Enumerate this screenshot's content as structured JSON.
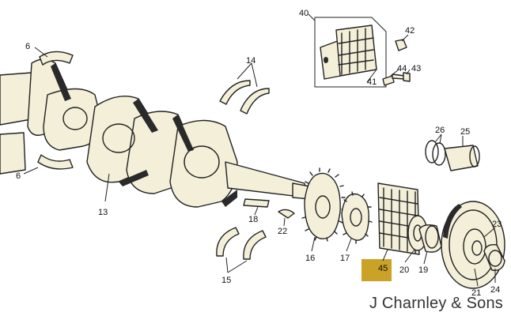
{
  "callouts": {
    "p6a": "6",
    "p6b": "6",
    "p13": "13",
    "p14": "14",
    "p15": "15",
    "p16": "16",
    "p17": "17",
    "p18": "18",
    "p19": "19",
    "p20": "20",
    "p21": "21",
    "p22": "22",
    "p23": "23",
    "p24": "24",
    "p25": "25",
    "p26": "26",
    "p40": "40",
    "p41": "41",
    "p42": "42",
    "p43": "43",
    "p44": "44",
    "p45": "45"
  },
  "highlight": {
    "part": "45",
    "color": "#c9a227"
  },
  "footer": {
    "credit": "J Charnley & Sons"
  }
}
